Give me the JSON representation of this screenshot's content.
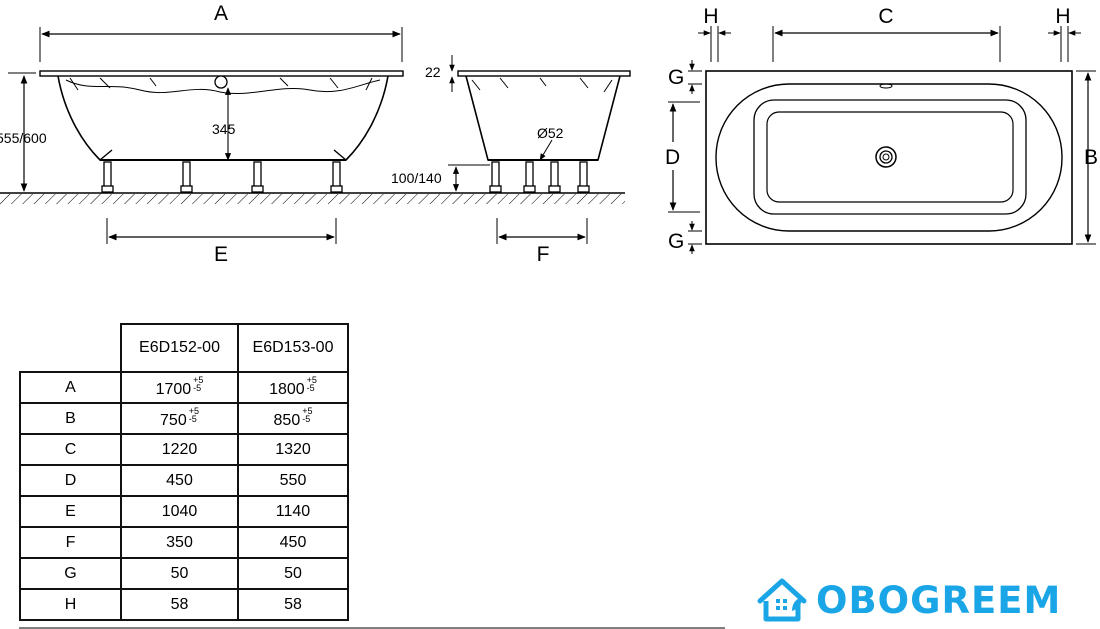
{
  "dimension_labels": {
    "A": "A",
    "B": "B",
    "C": "C",
    "D": "D",
    "E": "E",
    "F": "F",
    "G_top": "G",
    "G_bottom": "G",
    "H_left": "H",
    "H_right": "H"
  },
  "side_view": {
    "height_label": "555/600",
    "depth_label": "345"
  },
  "end_view": {
    "rim_label": "22",
    "drain_label": "Ø52",
    "leg_height_label": "100/140"
  },
  "table": {
    "columns": [
      "E6D152-00",
      "E6D153-00"
    ],
    "rows": [
      {
        "label": "A",
        "values": [
          "1700",
          "1800"
        ],
        "tol_plus": "+5",
        "tol_minus": "-5"
      },
      {
        "label": "B",
        "values": [
          "750",
          "850"
        ],
        "tol_plus": "+5",
        "tol_minus": "-5"
      },
      {
        "label": "C",
        "values": [
          "1220",
          "1320"
        ]
      },
      {
        "label": "D",
        "values": [
          "450",
          "550"
        ]
      },
      {
        "label": "E",
        "values": [
          "1040",
          "1140"
        ]
      },
      {
        "label": "F",
        "values": [
          "350",
          "450"
        ]
      },
      {
        "label": "G",
        "values": [
          "50",
          "50"
        ]
      },
      {
        "label": "H",
        "values": [
          "58",
          "58"
        ]
      }
    ]
  },
  "brand": {
    "name": "OBOGREEM",
    "color": "#1aa6e6",
    "icon": "house-leaf-icon"
  }
}
